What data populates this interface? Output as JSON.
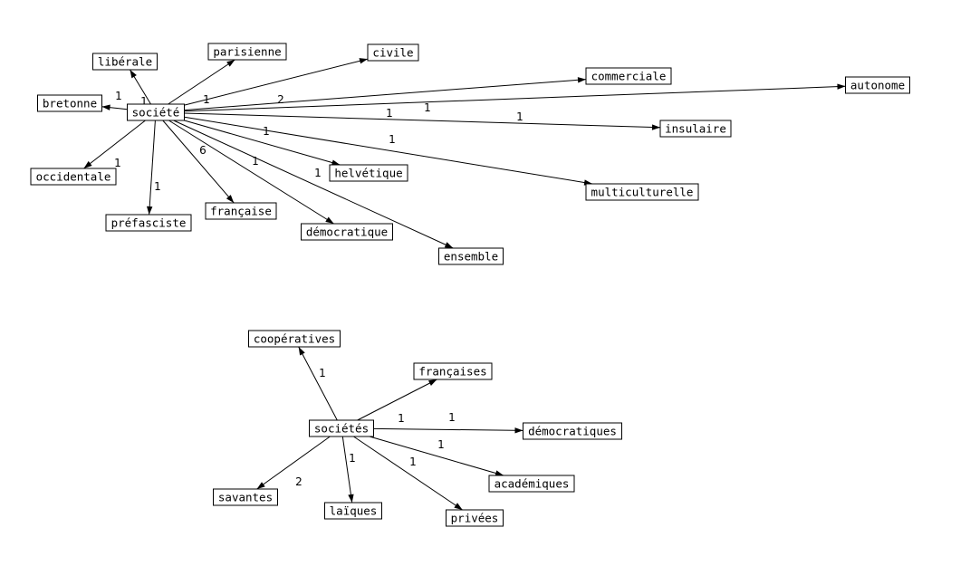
{
  "graphs": [
    {
      "center": "société",
      "nodes": [
        "libérale",
        "parisienne",
        "civile",
        "commerciale",
        "autonome",
        "bretonne",
        "insulaire",
        "occidentale",
        "helvétique",
        "multiculturelle",
        "préfasciste",
        "française",
        "démocratique",
        "ensemble"
      ],
      "edges": [
        {
          "target": "libérale",
          "label": "1"
        },
        {
          "target": "parisienne",
          "label": "1"
        },
        {
          "target": "civile",
          "label": "2"
        },
        {
          "target": "commerciale",
          "label": "1"
        },
        {
          "target": "autonome",
          "label": "1"
        },
        {
          "target": "bretonne",
          "label": "1"
        },
        {
          "target": "insulaire",
          "label": "1"
        },
        {
          "target": "occidentale",
          "label": "1"
        },
        {
          "target": "helvétique",
          "label": "1"
        },
        {
          "target": "multiculturelle",
          "label": "1"
        },
        {
          "target": "préfasciste",
          "label": "1"
        },
        {
          "target": "française",
          "label": "6"
        },
        {
          "target": "démocratique",
          "label": "1"
        },
        {
          "target": "ensemble",
          "label": "1"
        }
      ]
    },
    {
      "center": "sociétés",
      "nodes": [
        "coopératives",
        "françaises",
        "démocratiques",
        "académiques",
        "privées",
        "laïques",
        "savantes"
      ],
      "edges": [
        {
          "target": "coopératives",
          "label": "1"
        },
        {
          "target": "françaises",
          "label": "1"
        },
        {
          "target": "démocratiques",
          "label": "1"
        },
        {
          "target": "académiques",
          "label": "1"
        },
        {
          "target": "privées",
          "label": "1"
        },
        {
          "target": "laïques",
          "label": "1"
        },
        {
          "target": "savantes",
          "label": "2"
        }
      ]
    }
  ]
}
